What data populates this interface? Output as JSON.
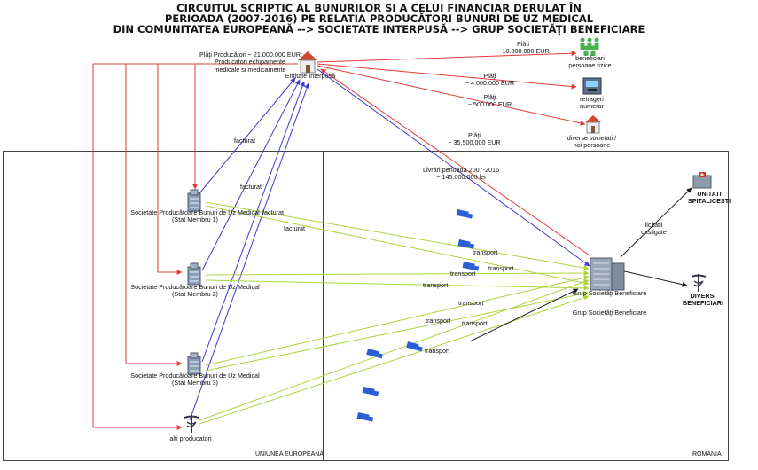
{
  "title": {
    "line1": "CIRCUITUL SCRIPTIC AL BUNURILOR SI A CELUI FINANCIAR DERULAT ÎN",
    "line2": "PERIOADA (2007-2016) PE RELATIA PRODUCĂTORI BUNURI DE UZ MEDICAL",
    "line3": "DIN COMUNITATEA EUROPEANĂ --> SOCIETATE INTERPUSĂ --> GRUP SOCIETĂŢI BENEFICIARE"
  },
  "regions": {
    "eu": "UNIUNEA EUROPEANA",
    "ro": "ROMANIA"
  },
  "nodes": {
    "entitate": "Entitate Interpusă",
    "soc1": "Societate Producătoare Bunuri de Uz Medical\n(Stat Membru 1)",
    "soc2": "Societate Producătoare Bunuri de Uz Medical\n(Stat Membru 2)",
    "soc3": "Societate Producătoare Bunuri de Uz Medical\n(Stat Membru 3)",
    "alti": "alti producatori",
    "grup": "Grup Societăţi Beneficiare",
    "grup2": "Grup  Societăţi Beneficiare",
    "unitati": "UNITATI\nSPITALICESTI",
    "diversi": "DIVERSI\nBENEFICIARI",
    "pf": "beneficiari\npersoane fizice",
    "retrageri": "retrageri\nnumerar",
    "diverse": "diverse societati /\nnoi persoane"
  },
  "annotations": {
    "plati_prod": "Plăţi Producători ~ 21.000.000 EUR\nProducatori echipamente\nmedicale si medicamente",
    "plati1": "Plăţi\n~ 10.000.000 EUR",
    "plati2": "Plăţi\n~ 4.000.000 EUR",
    "plati3": "Plăţi\n~ 500.000 EUR",
    "plati4": "Plăţi\n~ 35.500.000 EUR",
    "livrari": "Livrări perioada 2007-2016\n~ 145.000.000 lei",
    "licitatii": "licitatii\ncastigate"
  },
  "edge_labels": {
    "facturat": "facturat",
    "transport": "transport"
  },
  "colors": {
    "money": "#e23a3a",
    "invoice": "#3a3ad0",
    "transport": "#a9d63c",
    "black": "#222222",
    "truck": "#2a5fd8"
  }
}
